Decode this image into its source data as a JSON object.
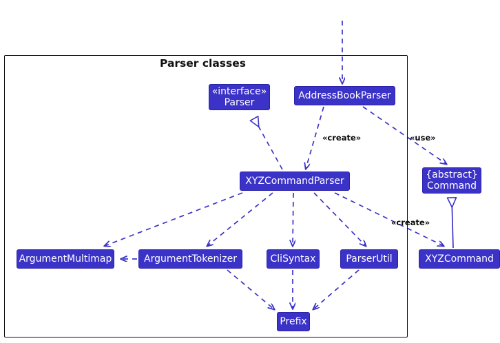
{
  "diagram": {
    "type": "uml-class-diagram",
    "background_color": "#ffffff",
    "node_fill_color": "#3b32c8",
    "node_text_color": "#ffffff",
    "edge_color": "#3b32c8",
    "frame_border_color": "#0b0b0b"
  },
  "frame": {
    "title": "Parser classes"
  },
  "nodes": {
    "parser_interface": {
      "stereotype": "«interface»",
      "name": "Parser"
    },
    "address_book_parser": {
      "name": "AddressBookParser"
    },
    "xyz_command_parser": {
      "name": "XYZCommandParser"
    },
    "command": {
      "stereotype": "{abstract}",
      "name": "Command"
    },
    "xyz_command": {
      "name": "XYZCommand"
    },
    "argument_multimap": {
      "name": "ArgumentMultimap"
    },
    "argument_tokenizer": {
      "name": "ArgumentTokenizer"
    },
    "cli_syntax": {
      "name": "CliSyntax"
    },
    "parser_util": {
      "name": "ParserUtil"
    },
    "prefix": {
      "name": "Prefix"
    }
  },
  "edge_labels": {
    "create_parser": "«create»",
    "use_command": "«use»",
    "create_command": "«create»"
  },
  "edges": [
    {
      "from": "external",
      "to": "address_book_parser",
      "style": "dashed",
      "arrow": "open"
    },
    {
      "from": "address_book_parser",
      "to": "xyz_command_parser",
      "style": "dashed",
      "arrow": "open",
      "label": "«create»"
    },
    {
      "from": "address_book_parser",
      "to": "command",
      "style": "dashed",
      "arrow": "open",
      "label": "«use»"
    },
    {
      "from": "xyz_command_parser",
      "to": "parser_interface",
      "style": "dashed",
      "arrow": "hollow-triangle",
      "kind": "realization"
    },
    {
      "from": "xyz_command_parser",
      "to": "argument_multimap",
      "style": "dashed",
      "arrow": "open"
    },
    {
      "from": "xyz_command_parser",
      "to": "argument_tokenizer",
      "style": "dashed",
      "arrow": "open"
    },
    {
      "from": "xyz_command_parser",
      "to": "cli_syntax",
      "style": "dashed",
      "arrow": "open"
    },
    {
      "from": "xyz_command_parser",
      "to": "parser_util",
      "style": "dashed",
      "arrow": "open"
    },
    {
      "from": "xyz_command_parser",
      "to": "xyz_command",
      "style": "dashed",
      "arrow": "open",
      "label": "«create»"
    },
    {
      "from": "argument_tokenizer",
      "to": "argument_multimap",
      "style": "dashed",
      "arrow": "open"
    },
    {
      "from": "argument_tokenizer",
      "to": "prefix",
      "style": "dashed",
      "arrow": "open"
    },
    {
      "from": "cli_syntax",
      "to": "prefix",
      "style": "dashed",
      "arrow": "open"
    },
    {
      "from": "parser_util",
      "to": "prefix",
      "style": "dashed",
      "arrow": "open"
    },
    {
      "from": "xyz_command",
      "to": "command",
      "style": "solid",
      "arrow": "hollow-triangle",
      "kind": "generalization"
    }
  ]
}
